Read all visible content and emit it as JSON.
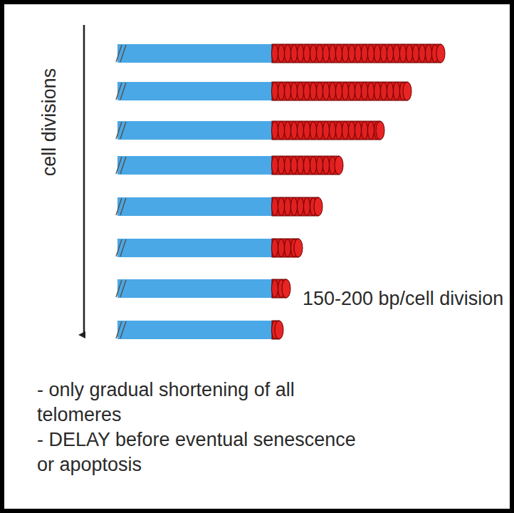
{
  "diagram": {
    "labels": [
      "cell divisions",
      "150-200 bp/cell division",
      "- only gradual shortening of all telomeres",
      "- DELAY before eventual senescence or apoptosis"
    ]
  }
}
